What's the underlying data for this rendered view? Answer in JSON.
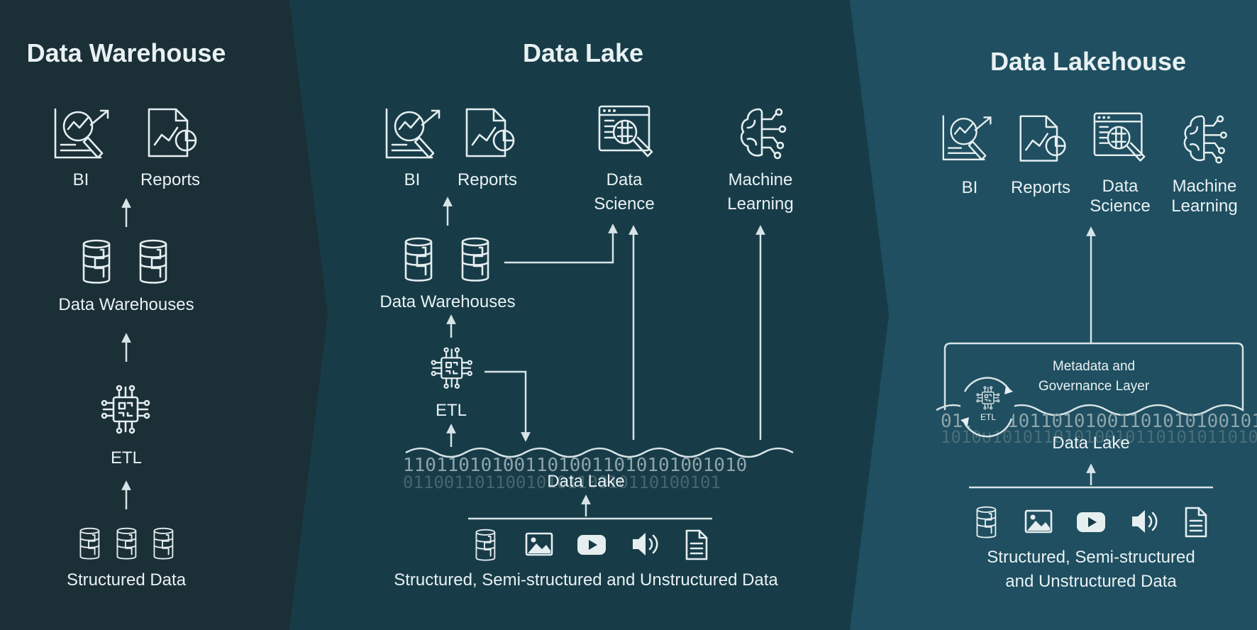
{
  "colors": {
    "panel_warehouse": "#1b2f36",
    "panel_lake": "#173c48",
    "panel_lakehouse": "#1f4f60",
    "text": "#e9f1f3",
    "line": "#d7e3e6"
  },
  "warehouse": {
    "title": "Data Warehouse",
    "bi": "BI",
    "reports": "Reports",
    "data_warehouses": "Data Warehouses",
    "etl": "ETL",
    "source": "Structured Data"
  },
  "lake": {
    "title": "Data Lake",
    "bi": "BI",
    "reports": "Reports",
    "data_science_1": "Data",
    "data_science_2": "Science",
    "ml_1": "Machine",
    "ml_2": "Learning",
    "data_warehouses": "Data Warehouses",
    "etl": "ETL",
    "data_lake": "Data Lake",
    "source": "Structured, Semi-structured and Unstructured Data"
  },
  "lakehouse": {
    "title": "Data Lakehouse",
    "bi": "BI",
    "reports": "Reports",
    "data_science_1": "Data",
    "data_science_2": "Science",
    "ml_1": "Machine",
    "ml_2": "Learning",
    "metadata_1": "Metadata and",
    "metadata_2": "Governance Layer",
    "etl": "ETL",
    "data_lake": "Data Lake",
    "source_1": "Structured, Semi-structured",
    "source_2": "and Unstructured Data"
  },
  "icons": [
    "bi-chart-icon",
    "report-doc-icon",
    "data-science-icon",
    "brain-icon",
    "database-icon",
    "chip-icon",
    "image-icon",
    "video-icon",
    "speaker-icon",
    "document-icon"
  ]
}
